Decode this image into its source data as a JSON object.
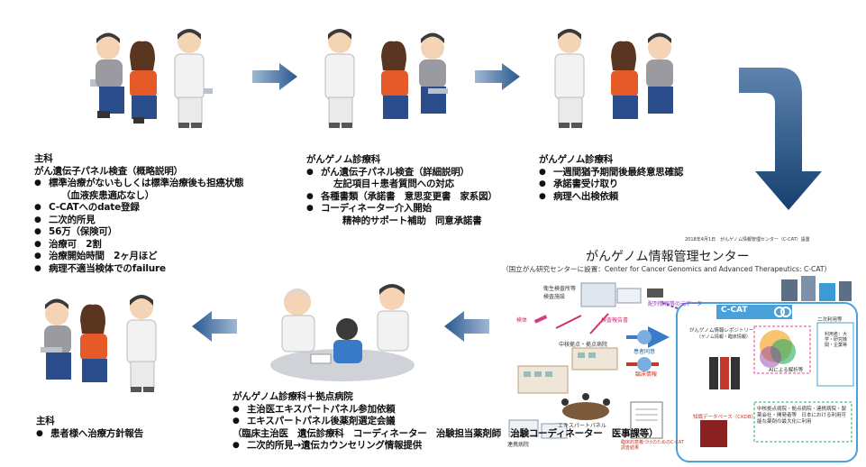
{
  "step1": {
    "header": "主科",
    "title": "がん遺伝子パネル検査（概略説明）",
    "items": [
      "標準治療がないもしくは標準治療後も担癌状態",
      "（血液疾患適応なし）",
      "C-CATへのdate登録",
      "二次的所見",
      "56万（保険可）",
      "治療可　2割",
      "治療開始時間　2ヶ月ほど",
      "病理不適当検体でのfailure"
    ]
  },
  "step2": {
    "header": "がんゲノム診療科",
    "items": [
      "がん遺伝子パネル検査（詳細説明）",
      "左記項目＋患者質問への対応",
      "各種書類（承諾書　意思変更書　家系図）",
      "コーディネーター介入開始",
      "精神的サポート補助　同意承諾書"
    ]
  },
  "step3": {
    "header": "がんゲノム診療科",
    "items": [
      "一週間猶予期間後最終意思確認",
      "承諾書受け取り",
      "病理へ出検依頼"
    ]
  },
  "step4": {
    "header": "がんゲノム診療科＋拠点病院",
    "items": [
      "主治医エキスパートパネル参加依頼",
      "エキスパートパネル後薬剤選定会議",
      "（臨床主治医　遺伝診療科　コーディネーター　治験担当薬剤師　治験コーディネーター　医事課等）",
      "二次的所見→遺伝カウンセリング情報提供"
    ]
  },
  "step5": {
    "header": "主科",
    "items": [
      "患者様へ治療方針報告"
    ]
  },
  "ccat": {
    "top_note": "2018年4月1日　がんゲノム情報管理センター（C-CAT）設置",
    "title": "がんゲノム情報管理センター",
    "subtitle": "（国立がん研究センターに設置：Center for Cancer Genomics and Advanced Therapeutics: C-CAT）",
    "labels": {
      "lab": "衛生検査所等\n検査施設",
      "specimen": "検体",
      "report": "検査報告書",
      "seq_data": "配列情報等の元データ",
      "hospitals": "中核拠点・拠点病院",
      "consent": "患者同意",
      "clinical": "臨床情報",
      "expert": "エキスパートパネル",
      "partner": "連携病院",
      "ccat_box": "C-CAT",
      "repository": "がんゲノム情報レポジトリー",
      "repository_sub": "（ゲノム情報・臨床情報）",
      "ai": "AIによる解析等",
      "knowledge": "知識データベース（CKDB）",
      "secondary": "二次利用等",
      "secondary_box": "利用者：大学・研究機関・企業等",
      "hospitals_box": "中核拠点病院・拠点病院・連携病院・製薬会社・開発者等　日本における利用可能な薬剤の最大化に利用",
      "result": "臨床的意義づけのためのC-CAT調査結果"
    }
  },
  "colors": {
    "arrow_light": "#8aa8c6",
    "arrow_dark": "#1f4f85",
    "ccat_blue": "#4aa0d8"
  }
}
